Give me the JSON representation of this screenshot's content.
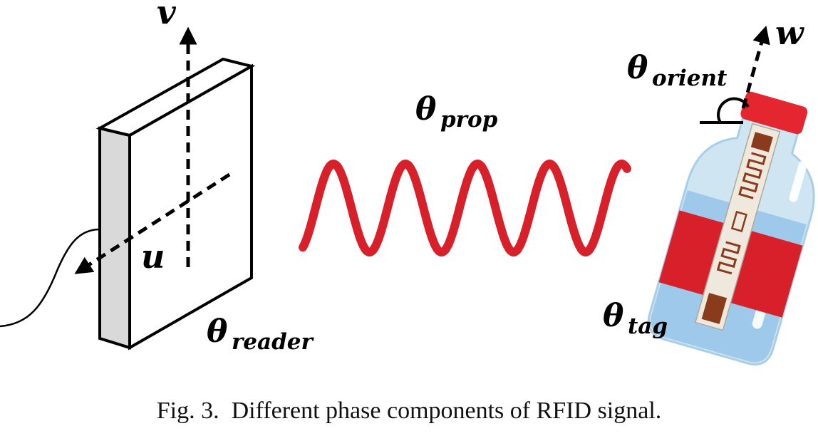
{
  "labels": {
    "v_axis": "v",
    "u_axis": "u",
    "w_axis": "w",
    "theta_prop_symbol": "θ",
    "theta_prop_sub": "prop",
    "theta_reader_symbol": "θ",
    "theta_reader_sub": "reader",
    "theta_orient_symbol": "θ",
    "theta_orient_sub": "orient",
    "theta_tag_symbol": "θ",
    "theta_tag_sub": "tag"
  },
  "caption": {
    "figure_number": "Fig. 3.",
    "text": "Different phase components of RFID signal."
  },
  "colors": {
    "wave": "#d8202a",
    "reader_face": "#ffffff",
    "reader_side": "#d9d9d9",
    "bottle_glass": "#cfe6f2",
    "bottle_liquid": "#9ec9ea",
    "bottle_cap": "#e3262f",
    "tag_label": "#d8202a",
    "tag_antenna": "#8a3b1c"
  },
  "icons": {
    "reader": "rfid-reader-panel-icon",
    "bottle": "tagged-bottle-icon"
  }
}
